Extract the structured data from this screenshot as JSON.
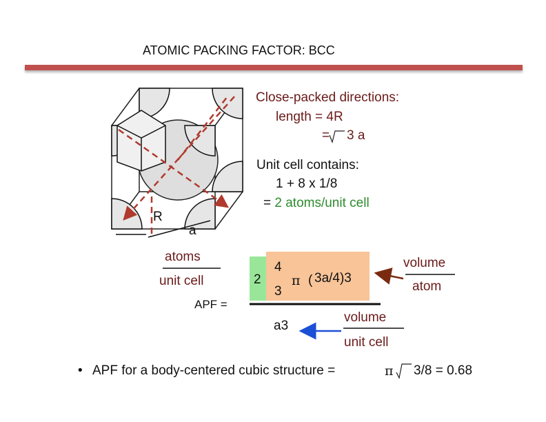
{
  "slide": {
    "title": "ATOMIC PACKING FACTOR:  BCC",
    "close_packed": {
      "heading": "Close-packed directions:",
      "length_line": "length = 4R",
      "equals_line_prefix": "=",
      "equals_line_value": "3 a"
    },
    "unit_cell_contains": {
      "heading": "Unit cell contains:",
      "line2": "1 + 8 x 1/8",
      "line3_prefix": "= ",
      "line3_highlight": "2 atoms/unit cell"
    },
    "diagram_labels": {
      "r": "R",
      "a": "a"
    },
    "apf": {
      "atoms": "atoms",
      "unit_cell": "unit cell",
      "apf_label": "APF =",
      "coefficient": "2",
      "frac_num": "4",
      "frac_den": "3",
      "pi": "π",
      "radical_open": "(",
      "radical_body": "3a/4)3",
      "denominator": "a3",
      "volume_atom_top": "volume",
      "volume_atom_bottom": "atom",
      "volume_cell_top": "volume",
      "volume_cell_bottom": "unit cell"
    },
    "bullet": {
      "dot": "•",
      "text": "APF for a body-centered cubic structure =",
      "pi": "π",
      "result": "3/8 = 0.68"
    },
    "colors": {
      "title_bar": "#c0504d",
      "text_dark_red": "#6b1a1a",
      "highlight_green": "#2e8b2e",
      "green_box": "#99e699",
      "peach_box": "#f8c498",
      "arrow_blue": "#1a4fd6",
      "arrow_brown": "#7a2a10"
    }
  }
}
